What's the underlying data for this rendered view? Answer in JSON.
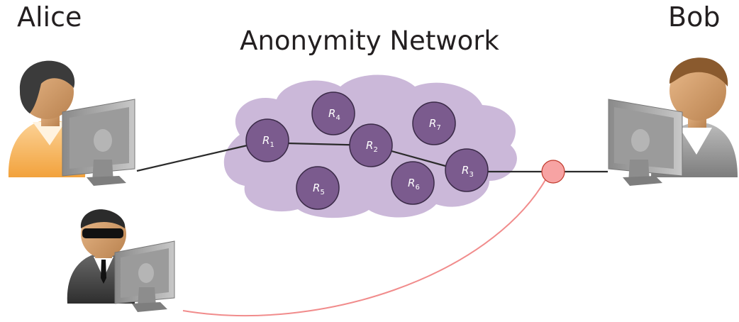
{
  "title": "Anonymity Network",
  "people": {
    "alice": "Alice",
    "bob": "Bob",
    "eavesdropper_icon": "spy-icon"
  },
  "relays": [
    {
      "letter": "R",
      "sub": "1"
    },
    {
      "letter": "R",
      "sub": "2"
    },
    {
      "letter": "R",
      "sub": "3"
    },
    {
      "letter": "R",
      "sub": "4"
    },
    {
      "letter": "R",
      "sub": "5"
    },
    {
      "letter": "R",
      "sub": "6"
    },
    {
      "letter": "R",
      "sub": "7"
    }
  ],
  "colors": {
    "cloud": "#cbb8d9",
    "relay": "#7b5b8e",
    "tap": "#f7a3a3",
    "tap_line": "#f18c8c",
    "link": "#2b2b2b"
  }
}
